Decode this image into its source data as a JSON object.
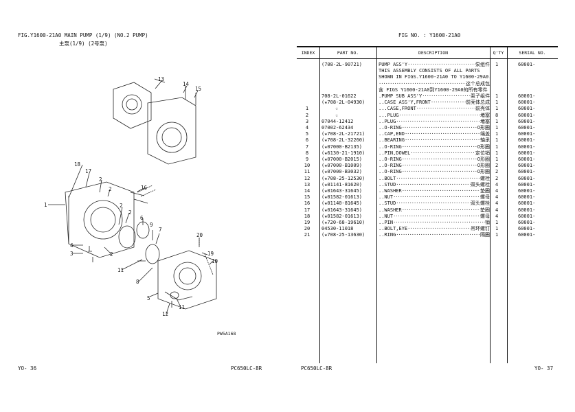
{
  "left_page": {
    "fig_title": "FIG.Y1600-21A0 MAIN PUMP (1/9) (NO.2 PUMP)",
    "fig_title_cn": "主泵(1/9) (2号泵)",
    "illustration_code": "PW5A168",
    "page_no": "YO- 36",
    "model": "PC650LC-8R",
    "callouts": [
      "13",
      "14",
      "15",
      "18",
      "17",
      "2",
      "2",
      "16",
      "1",
      "2",
      "2",
      "6",
      "9",
      "7",
      "4",
      "3",
      "2",
      "20",
      "19",
      "10",
      "11",
      "8",
      "5",
      "11",
      "12"
    ]
  },
  "right_page": {
    "fig_no": "FIG NO. : Y1600-21A0",
    "page_no": "YO- 37",
    "model": "PC650LC-8R",
    "headers": {
      "index": "INDEX",
      "part": "PART  NO.",
      "desc": "DESCRIPTION",
      "qty": "Q'TY",
      "serial": "SERIAL NO."
    },
    "rows": [
      [
        "",
        "(708-2L-90721)",
        "PUMP ASS'Y",
        "泵组件",
        "1",
        "60001-"
      ],
      [
        "",
        "",
        "THIS ASSEMBLY CONSISTS OF ALL PARTS",
        "",
        "",
        ""
      ],
      [
        "",
        "",
        "SHOWN IN FIGS.Y1600-21A0 TO Y1600-29A0.",
        "",
        "",
        ""
      ],
      [
        "",
        "",
        "",
        "这个总成包",
        "",
        ""
      ],
      [
        "",
        "",
        "含 FIGS Y1600-21A0到Y1600-29A0的所有零件",
        "",
        "",
        ""
      ],
      [
        "",
        "708-2L-01622",
        ".PUMP SUB ASS'Y",
        "泵子组件",
        "1",
        "60001-"
      ],
      [
        "",
        "(★708-2L-04930)",
        "..CASE ASS'Y,FRONT",
        "前壳体总成",
        "1",
        "60001-"
      ],
      [
        "1",
        "☆",
        "...CASE,FRONT",
        "前壳体",
        "1",
        "60001-"
      ],
      [
        "2",
        "☆",
        "...PLUG",
        "堵塞",
        "8",
        "60001-"
      ],
      [
        "3",
        "07044-12412",
        "..PLUG",
        "堵塞",
        "1",
        "60001-"
      ],
      [
        "4",
        "07002-62434",
        "..O-RING",
        "O形圈",
        "1",
        "60001-"
      ],
      [
        "5",
        "(★708-2L-21721)",
        "..CAP,END",
        "端盖",
        "1",
        "60001-"
      ],
      [
        "6",
        "(★708-2L-32260)",
        "..BEARING",
        "轴承",
        "1",
        "60001-"
      ],
      [
        "7",
        "(★07000-B2135)",
        "..O-RING",
        "O形圈",
        "1",
        "60001-"
      ],
      [
        "8",
        "(★6130-21-1910)",
        "..PIN,DOWEL",
        "定位销",
        "1",
        "60001-"
      ],
      [
        "9",
        "(★07000-B2015)",
        "..O-RING",
        "O形圈",
        "1",
        "60001-"
      ],
      [
        "10",
        "(★07000-B1009)",
        "..O-RING",
        "O形圈",
        "2",
        "60001-"
      ],
      [
        "11",
        "(★07000-B3032)",
        "..O-RING",
        "O形圈",
        "2",
        "60001-"
      ],
      [
        "12",
        "(★708-25-12530)",
        "..BOLT",
        "螺栓",
        "2",
        "60001-"
      ],
      [
        "13",
        "(★01141-81620)",
        "..STUD",
        "双头螺栓",
        "4",
        "60001-"
      ],
      [
        "14",
        "(★01643-31645)",
        "..WASHER",
        "垫圈",
        "4",
        "60001-"
      ],
      [
        "15",
        "(★01582-01613)",
        "..NUT",
        "螺母",
        "4",
        "60001-"
      ],
      [
        "16",
        "(★01140-81645)",
        "..STUD",
        "双头螺栓",
        "4",
        "60001-"
      ],
      [
        "17",
        "(★01643-31645)",
        "..WASHER",
        "垫圈",
        "4",
        "60001-"
      ],
      [
        "18",
        "(★01582-01613)",
        "..NUT",
        "螺母",
        "4",
        "60001-"
      ],
      [
        "19",
        "(★720-68-19610)",
        "..PIN",
        "销",
        "1",
        "60001-"
      ],
      [
        "20",
        "04530-11018",
        "..BOLT,EYE",
        "吊环螺钉",
        "1",
        "60001-"
      ],
      [
        "21",
        "(★708-25-13630)",
        "..RING",
        "隔圈",
        "1",
        "60001-"
      ]
    ]
  }
}
